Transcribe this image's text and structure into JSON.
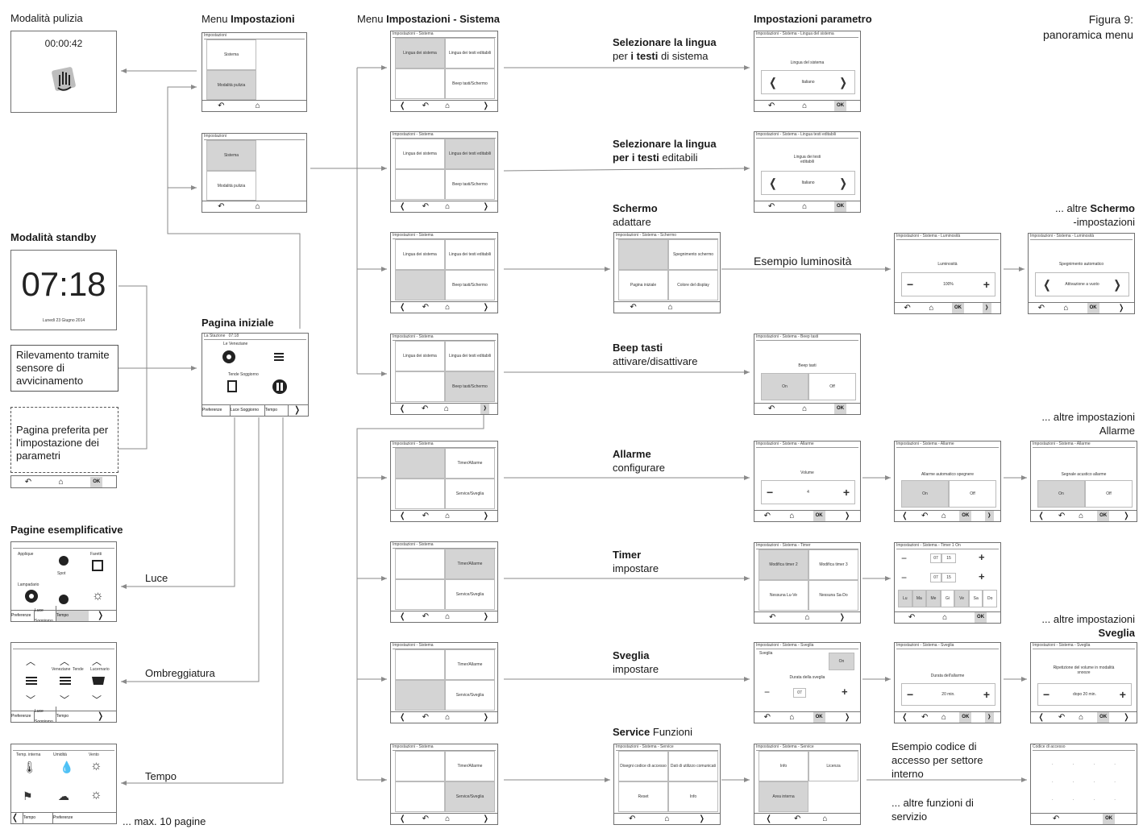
{
  "figure_caption": {
    "line1": "Figura 9:",
    "line2": "panoramica menu"
  },
  "columns": {
    "menu_impostazioni": {
      "prefix": "Menu ",
      "bold": "Impostazioni"
    },
    "menu_sistema": {
      "prefix": "Menu ",
      "bold": "Impostazioni - Sistema"
    },
    "impostazioni_parametro": "Impostazioni parametro"
  },
  "pulizia": {
    "title": "Modalità pulizia",
    "time": "00:00:42"
  },
  "standby": {
    "title": "Modalità standby",
    "clock": "07:18",
    "date": "Lunedì 23 Giugno 2014",
    "sensor": "Rilevamento tramite sensore di avvicinamento",
    "preferred": "Pagina preferita per l'impostazione dei parametri"
  },
  "home_page": {
    "title": "Pagina iniziale",
    "header_left": "La Stazione",
    "header_time": "07:18",
    "row1_label": "Le Veneziane",
    "row2_label": "Tende Soggiorno",
    "tabs": [
      "Preferenze",
      "Luce Soggiorno",
      "Tempo"
    ]
  },
  "examples": {
    "title": "Pagine esemplificative",
    "luce": "Luce",
    "ombreggiatura": "Ombreggiatura",
    "tempo": "Tempo",
    "max_pages": "... max. 10 pagine",
    "ex1_labels": [
      "Applique",
      "Spot",
      "Faretti",
      "Lampadario"
    ],
    "ex2_labels": [
      "Veneziane",
      "Tende",
      "Lucernario"
    ],
    "ex3_labels": [
      "Temp. interna",
      "Umidità",
      "Vento"
    ]
  },
  "menu1": {
    "items": [
      "Sistema",
      "Modalità pulizia"
    ]
  },
  "menu2": {
    "items": [
      "Sistema",
      "Modalità pulizia"
    ]
  },
  "sys_header": "Impostazioni - Sistema",
  "sys_items_p1": [
    "Lingua dei sistema",
    "Lingua dei testi editabili",
    "Beep tasti/Schermo"
  ],
  "sys_items_p2": [
    "Timer/Allarme",
    "Service/Sveglia"
  ],
  "descriptions": {
    "lingua_sistema": {
      "b1": "Selezionare la lingua",
      "t1": "per ",
      "b2": "i testi",
      "t2": " di sistema"
    },
    "lingua_testi": {
      "b1": "Selezionare la lingua",
      "b2": "per i testi",
      "t2": " editabili"
    },
    "schermo": {
      "b1": "Schermo",
      "t1": "adattare"
    },
    "esempio_lum": "Esempio luminosità",
    "altre_schermo": {
      "t1": "... altre ",
      "b1": "Schermo",
      "t2": "-impostazioni"
    },
    "beep": {
      "b1": "Beep tasti",
      "t1": "attivare/disattivare"
    },
    "altre_allarme": {
      "t1": "... altre impostazioni",
      "t2": "Allarme"
    },
    "allarme": {
      "b1": "Allarme",
      "t1": "configurare"
    },
    "timer": {
      "b1": "Timer",
      "t1": "impostare"
    },
    "altre_sveglia": {
      "t1": "... altre impostazioni",
      "b1": "Sveglia"
    },
    "sveglia": {
      "b1": "Sveglia",
      "t1": "impostare"
    },
    "service": {
      "b1": "Service",
      "t1": " Funzioni"
    },
    "codice": "Esempio codice di accesso per settore interno",
    "altre_service": "... altre funzioni di servizio"
  },
  "param": {
    "lingua_sistema": {
      "hdr": "Impostazioni - Sistema - Lingua del sistema",
      "label": "Lingua del sistema",
      "value": "Italiano"
    },
    "lingua_testi": {
      "hdr": "Impostazioni - Sistema - Lingua testi editabili",
      "label": "Lingua dei testi editabili",
      "value": "Italiano"
    },
    "schermo": {
      "hdr": "Impostazioni - Sistema - Schermo",
      "items": [
        "",
        "Spegnimento schermo",
        "Pagina iniziale",
        "Colore del display"
      ]
    },
    "luminosita": {
      "hdr": "Impostazioni - Sistema - Luminosità",
      "label": "Luminosità",
      "value": "100%"
    },
    "spegnimento": {
      "hdr": "Impostazioni - Sistema - Luminosità",
      "label": "Spegnimento automatico",
      "value": "Attivazione a vuoto"
    },
    "beep": {
      "hdr": "Impostazioni - Sistema - Beep tasti",
      "label": "Beep tasti",
      "on": "On",
      "off": "Off"
    },
    "allarme1": {
      "hdr": "Impostazioni - Sistema - Allarme",
      "label": "Volume",
      "value": "4"
    },
    "allarme2": {
      "hdr": "Impostazioni - Sistema - Allarme",
      "label": "Allarme automatico spegnere",
      "on": "On",
      "off": "Off"
    },
    "allarme3": {
      "hdr": "Impostazioni - Sistema - Allarme",
      "label": "Segnale acustico allarme",
      "on": "On",
      "off": "Off"
    },
    "timer1": {
      "hdr": "Impostazioni - Sistema - Timer",
      "items": [
        "Modifica timer 2",
        "Modifica timer 3",
        "Nessuna Lu-Ve",
        "Nessuna Sa-Do"
      ]
    },
    "timer2": {
      "hdr": "Impostazioni - Sistema - Timer 1 On",
      "h": "07",
      "m": "15",
      "days": [
        "Lu",
        "Ma",
        "Me",
        "Gi",
        "Ve",
        "Sa",
        "Do"
      ]
    },
    "sveglia1": {
      "hdr": "Impostazioni - Sistema - Sveglia",
      "label": "Sveglia",
      "on": "On",
      "dur_label": "Durata della sveglia",
      "value": "07"
    },
    "sveglia2": {
      "hdr": "Impostazioni - Sistema - Sveglia",
      "label": "Durata dell'allarme",
      "value": "20 min."
    },
    "sveglia3": {
      "hdr": "Impostazioni - Sistema - Sveglia",
      "label": "Ripetizione del volume in modalità snooze",
      "value": "dopo 20 min."
    },
    "service1": {
      "hdr": "Impostazioni - Sistema - Service",
      "items": [
        "Disegni codice di accesso",
        "Dati di utilizzo comunicati",
        "Reset",
        "Info"
      ]
    },
    "service2": {
      "hdr": "Impostazioni - Sistema - Service",
      "items": [
        "Info",
        "Licenza",
        "Area interna"
      ]
    },
    "codice": {
      "hdr": "Codice di accesso"
    }
  },
  "nav": {
    "back": "↶",
    "home": "⌂",
    "ok": "OK",
    "left": "❬",
    "right": "❭",
    "minus": "−",
    "plus": "+"
  }
}
